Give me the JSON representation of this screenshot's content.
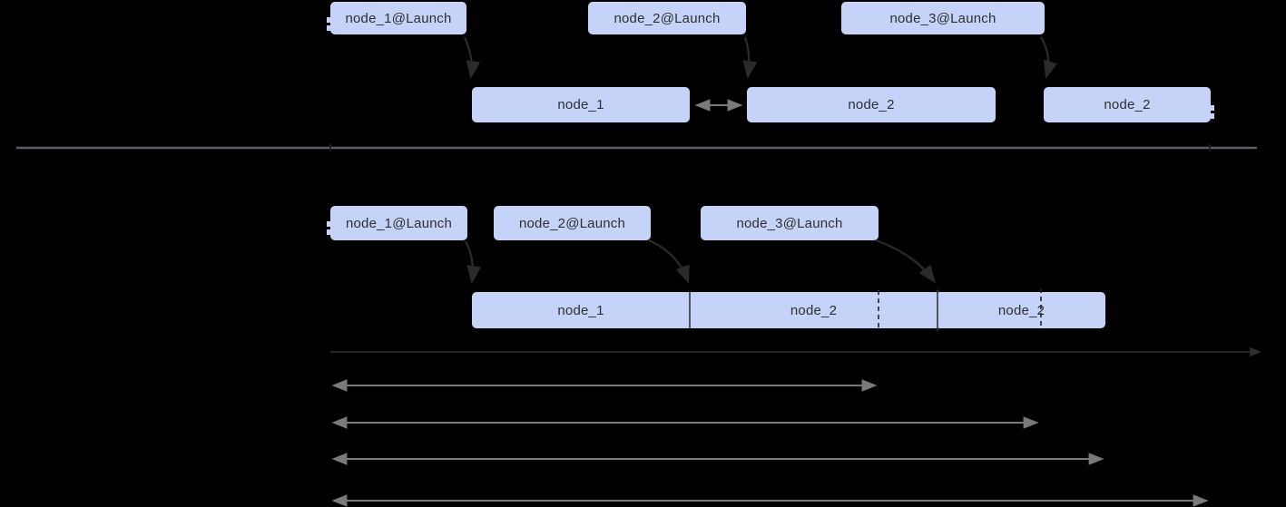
{
  "diagram": {
    "background": "#000000",
    "colors": {
      "box_fill": "#c5d3f8",
      "box_text": "#2f2f2f",
      "launch_arrow": "#2b2b2b",
      "measure_arrow": "#7a7a7a",
      "timeline_arrow": "#2e2e2e",
      "divider_line": "#5a5f66",
      "dashed_marker": "#232323"
    },
    "top": {
      "launch_boxes": [
        {
          "label": "node_1@Launch"
        },
        {
          "label": "node_2@Launch"
        },
        {
          "label": "node_3@Launch"
        }
      ],
      "node_boxes": [
        {
          "label": "node_1"
        },
        {
          "label": "node_2"
        },
        {
          "label": "node_2"
        }
      ]
    },
    "bottom": {
      "launch_boxes": [
        {
          "label": "node_1@Launch"
        },
        {
          "label": "node_2@Launch"
        },
        {
          "label": "node_3@Launch"
        }
      ],
      "node_boxes": [
        {
          "label": "node_1"
        },
        {
          "label": "node_2"
        },
        {
          "label": "node_2"
        }
      ]
    }
  }
}
